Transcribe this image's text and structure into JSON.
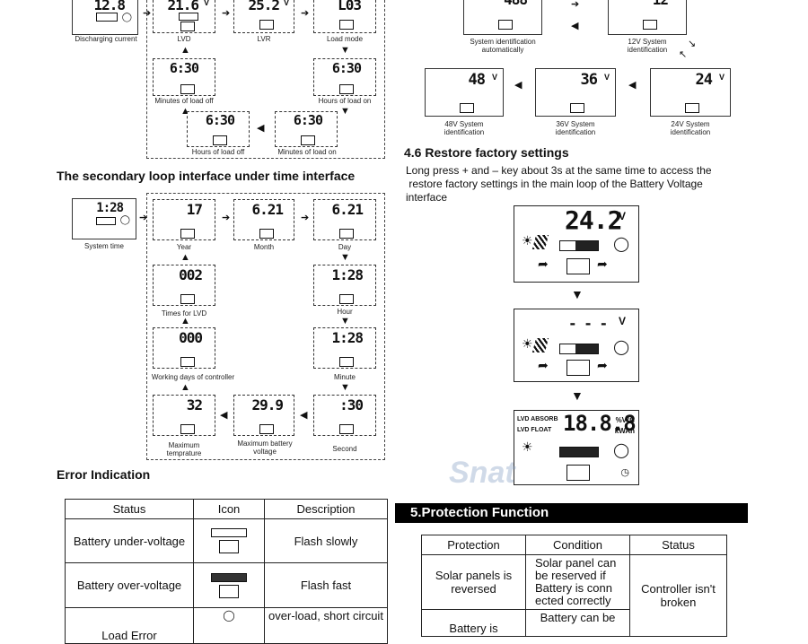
{
  "left_top": {
    "screens": [
      {
        "value": "12.8",
        "caption": "Discharging current"
      },
      {
        "value": "21.6",
        "unit": "V",
        "caption": "LVD"
      },
      {
        "value": "25.2",
        "unit": "V",
        "caption": "LVR"
      },
      {
        "value": "L03",
        "caption": "Load mode"
      },
      {
        "value": "6:30",
        "caption": "Minutes of load off"
      },
      {
        "value": "6:30",
        "caption": "Hours of load on"
      },
      {
        "value": "6:30",
        "caption": "Hours of load off"
      },
      {
        "value": "6:30",
        "caption": "Minutes of load on"
      }
    ]
  },
  "secondary": {
    "heading": "The secondary loop interface under time interface",
    "screens": [
      {
        "value": "1:28",
        "caption": "System time"
      },
      {
        "value": "17",
        "caption": "Year"
      },
      {
        "value": "6.21",
        "caption": "Month"
      },
      {
        "value": "6.21",
        "caption": "Day"
      },
      {
        "value": "002",
        "caption": "Times for LVD"
      },
      {
        "value": "1:28",
        "caption": "Hour"
      },
      {
        "value": "000",
        "caption": "Working days of controller"
      },
      {
        "value": "1:28",
        "caption": "Minute"
      },
      {
        "value": "32",
        "caption": "Maximum temprature"
      },
      {
        "value": "29.9",
        "caption": "Maximum battery voltage"
      },
      {
        "value": ":30",
        "caption": "Second"
      }
    ]
  },
  "error": {
    "heading": "Error Indication",
    "columns": [
      "Status",
      "Icon",
      "Description"
    ],
    "rows": [
      {
        "status": "Battery under-voltage",
        "desc": "Flash slowly"
      },
      {
        "status": "Battery over-voltage",
        "desc": "Flash fast"
      },
      {
        "status": "Load Error",
        "desc": "over-load, short circuit"
      }
    ]
  },
  "right_top": {
    "screens": [
      {
        "value": "488",
        "caption": "System identification automatically"
      },
      {
        "value": "12",
        "caption": "12V System identification"
      },
      {
        "value": "48",
        "unit": "V",
        "caption": "48V System identification"
      },
      {
        "value": "36",
        "unit": "V",
        "caption": "36V System identification"
      },
      {
        "value": "24",
        "unit": "V",
        "caption": "24V System identification"
      }
    ]
  },
  "restore": {
    "heading": "4.6  Restore factory settings",
    "text": "Long press + and – key about 3s at the same time to access the restore factory settings in the main loop of the Battery Voltage interface",
    "line1": "Long press + and – key about 3s at the same time to access the",
    "line2": " restore factory settings in the main loop of the Battery Voltage",
    "line3": "interface",
    "panel1": {
      "value": "24.2",
      "unit": "V"
    },
    "panel2": {
      "value": "- - -",
      "unit": "V"
    },
    "panel3": {
      "value": "18.8.8",
      "lvd_absorb": "LVD ABSORB",
      "lvd_float": "LVD FLOAT",
      "units": "%V°C",
      "kwah": "kWAh"
    }
  },
  "protection": {
    "banner": "5.Protection Function",
    "columns": [
      "Protection",
      "Condition",
      "Status"
    ],
    "rows": [
      {
        "protection": "Solar panels is reversed",
        "condition": "Solar panel can be reserved if Battery is conn ected correctly",
        "status": "Controller isn't broken"
      },
      {
        "protection": "Battery is",
        "condition": "Battery can be"
      }
    ]
  },
  "watermark": "Snat"
}
